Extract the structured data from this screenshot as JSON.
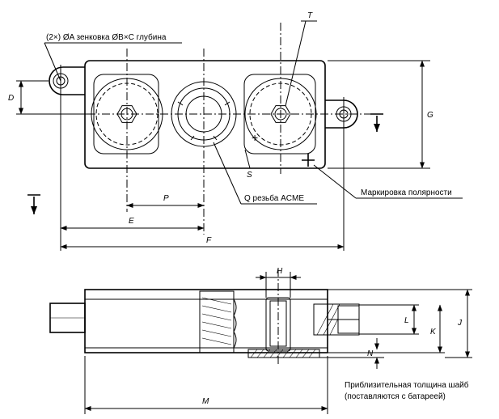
{
  "top_view": {
    "note_counterbore": "(2×) ØA зенковка   ØB×C глубина",
    "label_T": "T",
    "label_D": "D",
    "label_G": "G",
    "label_S": "S",
    "label_P": "P",
    "label_E": "E",
    "label_F": "F",
    "label_Q": "Q резьба ACME",
    "label_polarity": "Маркировка полярности",
    "plus_sign": "+"
  },
  "side_view": {
    "label_H": "H",
    "label_L": "L",
    "label_K": "K",
    "label_J": "J",
    "label_N": "N",
    "label_M": "M",
    "washer_note_line1": "Приблизительная толщина шайб",
    "washer_note_line2": "(поставляются с батареей)"
  }
}
